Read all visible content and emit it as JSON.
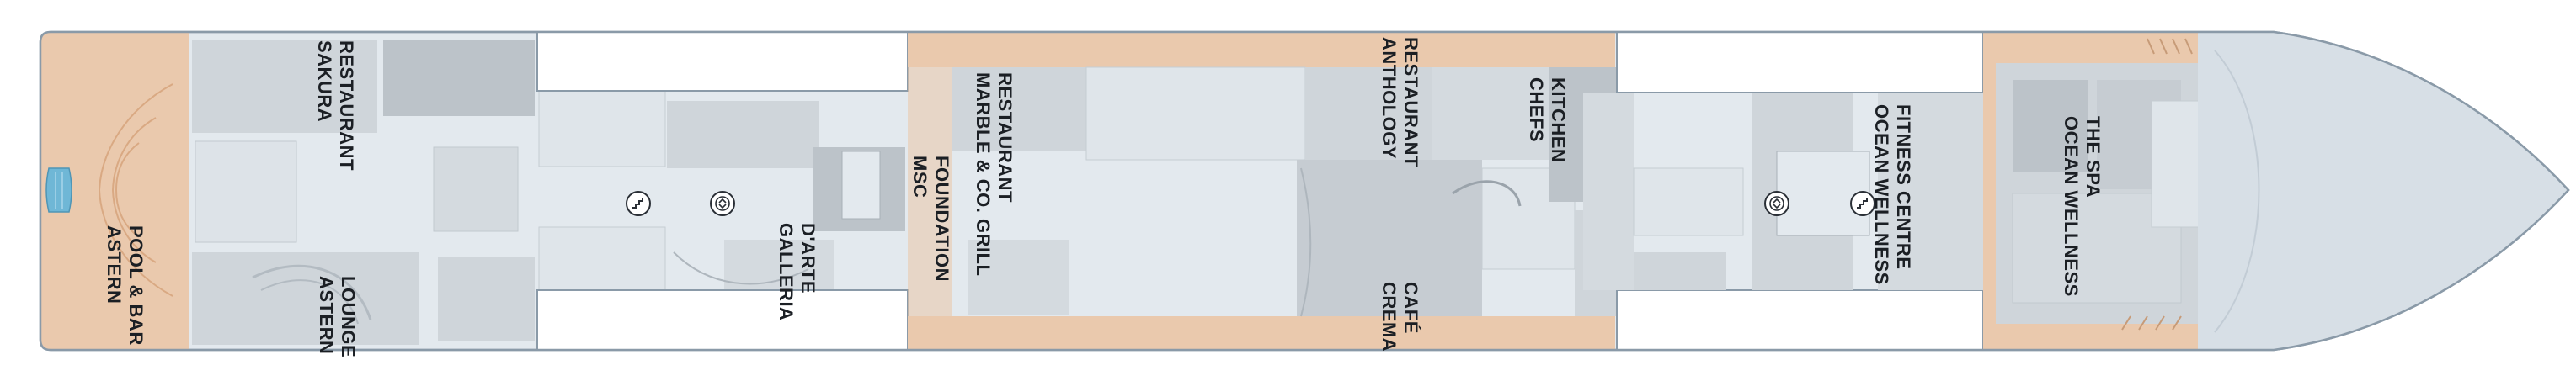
{
  "deck_plan": {
    "colors": {
      "hull_outline": "#8a9aa8",
      "interior": "#e3e9ee",
      "walkway": "#ecf0f3",
      "rooms": "#cfd5da",
      "rooms_dark": "#bcc3c9",
      "open_deck": "#eac9ad",
      "open_deck_edge": "#e2b48f",
      "pool_water": "#6fb7d6",
      "bow_deck": "#d7dfe6",
      "void": "#ffffff",
      "label_text": "#1b1f24",
      "icon_stroke": "#2a2f36"
    },
    "venues": [
      {
        "id": "astern-pool-bar",
        "lines": [
          "ASTERN",
          "POOL & BAR"
        ]
      },
      {
        "id": "sakura-restaurant",
        "lines": [
          "SAKURA",
          "RESTAURANT"
        ]
      },
      {
        "id": "astern-lounge",
        "lines": [
          "ASTERN",
          "LOUNGE"
        ]
      },
      {
        "id": "galleria-darte",
        "lines": [
          "GALLERIA",
          "D'ARTE"
        ]
      },
      {
        "id": "msc-foundation",
        "lines": [
          "MSC",
          "FOUNDATION"
        ]
      },
      {
        "id": "marble-co-grill",
        "lines": [
          "MARBLE & CO. GRILL",
          "RESTAURANT"
        ]
      },
      {
        "id": "anthology-restaurant",
        "lines": [
          "ANTHOLOGY",
          "RESTAURANT"
        ]
      },
      {
        "id": "crema-cafe",
        "lines": [
          "CREMA",
          "CAFÉ"
        ]
      },
      {
        "id": "chefs-kitchen",
        "lines": [
          "CHEFS",
          "KITCHEN"
        ]
      },
      {
        "id": "ocean-wellness-fitness",
        "lines": [
          "OCEAN WELLNESS",
          "FITNESS CENTRE"
        ]
      },
      {
        "id": "ocean-wellness-spa",
        "lines": [
          "OCEAN WELLNESS",
          "THE SPA"
        ]
      }
    ],
    "icons": [
      {
        "id": "stairs-aft",
        "kind": "stairs-icon"
      },
      {
        "id": "elevator-aft",
        "kind": "elevator-icon"
      },
      {
        "id": "elevator-fwd",
        "kind": "elevator-icon"
      },
      {
        "id": "stairs-fwd",
        "kind": "stairs-icon"
      }
    ]
  }
}
